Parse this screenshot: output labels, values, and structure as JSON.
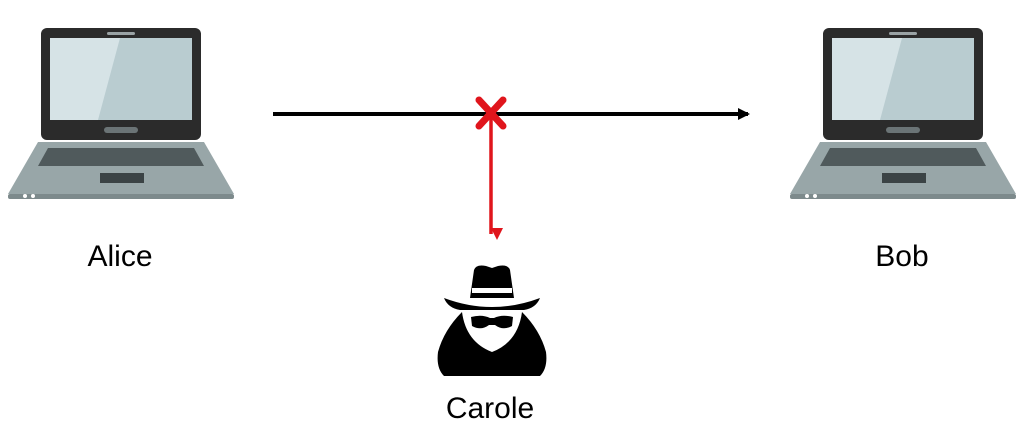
{
  "nodes": {
    "alice": {
      "label": "Alice",
      "icon": "laptop-icon"
    },
    "bob": {
      "label": "Bob",
      "icon": "laptop-icon"
    },
    "carole": {
      "label": "Carole",
      "icon": "spy-icon"
    }
  },
  "edges": [
    {
      "from": "alice",
      "to": "bob",
      "color": "#000000",
      "kind": "message"
    },
    {
      "from": "cross-point",
      "to": "carole",
      "color": "#e0151c",
      "kind": "interception"
    }
  ],
  "intercept_marker": {
    "icon": "red-x-icon",
    "color": "#e0151c"
  },
  "colors": {
    "laptop_body": "#98a6a8",
    "laptop_frame": "#2b2b2b",
    "screen": "#b9ccd0",
    "screen_glare": "#d6e3e6",
    "keyboard": "#505a5c",
    "spy": "#000000"
  }
}
